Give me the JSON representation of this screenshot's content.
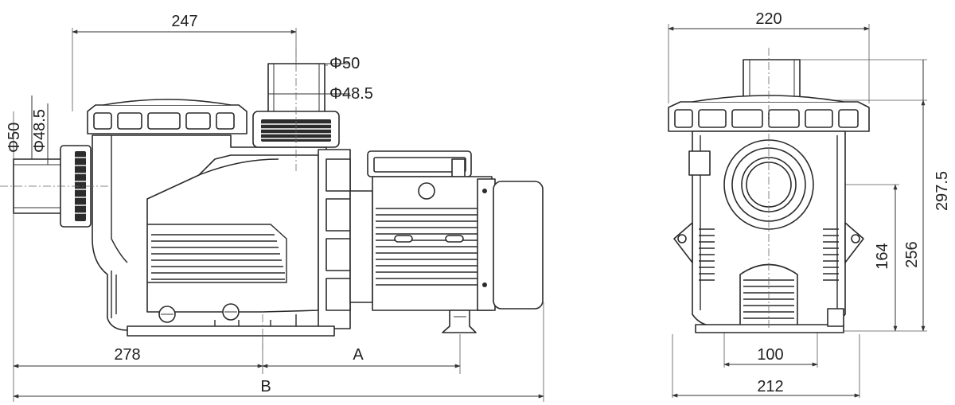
{
  "dimensions": {
    "side_width_247": "247",
    "outlet_od": "Φ50",
    "outlet_id": "Φ48.5",
    "inlet_od": "Φ50",
    "inlet_id": "Φ48.5",
    "inlet_to_foot": "278",
    "foot_to_motor": "A",
    "overall_length": "B",
    "front_width_220": "220",
    "overall_height": "297.5",
    "shaft_height_256": "256",
    "shaft_height_164": "164",
    "base_inner_width": "100",
    "base_outer_width": "212"
  },
  "colors": {
    "line": "#2a2a2a",
    "text": "#222222",
    "background": "#ffffff"
  }
}
